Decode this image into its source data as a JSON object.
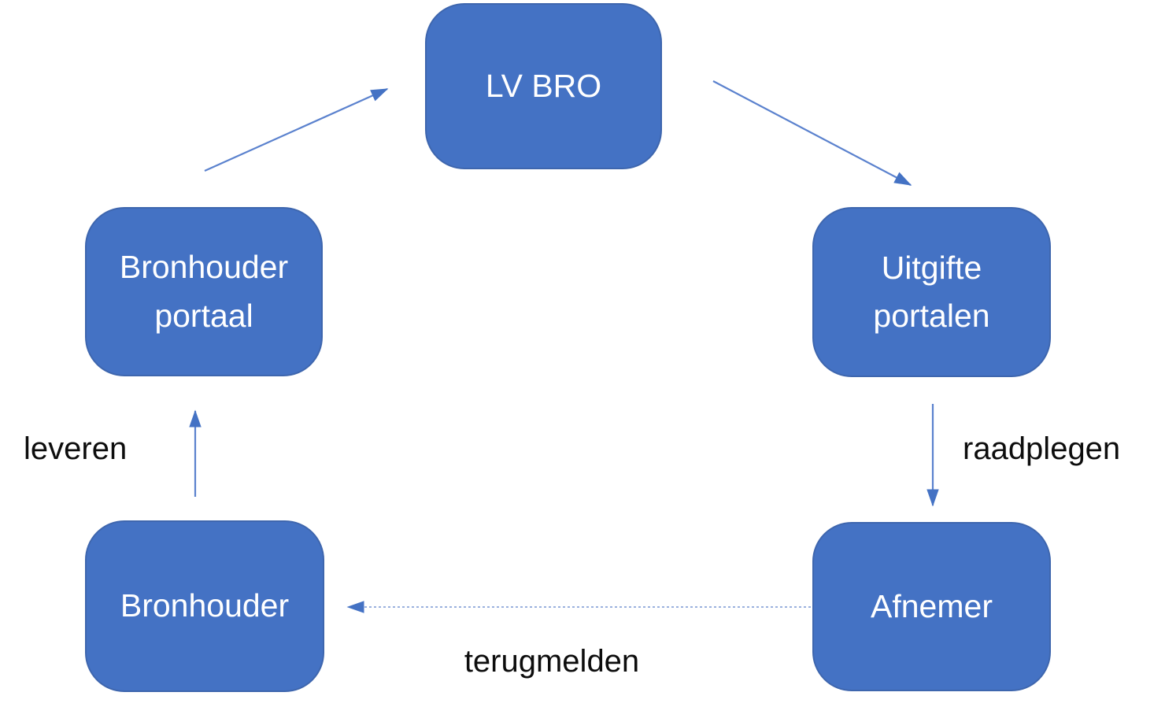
{
  "diagram": {
    "background_color": "#ffffff",
    "node_fill_color": "#4472C4",
    "node_border_color": "#3E66AE",
    "node_text_color": "#FFFFFF",
    "arrow_color": "#4472C4",
    "edge_label_color": "#0D0D0D",
    "nodes": [
      {
        "id": "lv-bro",
        "label": "LV BRO"
      },
      {
        "id": "bronhouder-portaal",
        "label": "Bronhouder portaal"
      },
      {
        "id": "uitgifte-portalen",
        "label": "Uitgifte portalen"
      },
      {
        "id": "bronhouder",
        "label": "Bronhouder"
      },
      {
        "id": "afnemer",
        "label": "Afnemer"
      }
    ],
    "edges": [
      {
        "from": "bronhouder-portaal",
        "to": "lv-bro",
        "label": "",
        "style": "solid"
      },
      {
        "from": "lv-bro",
        "to": "uitgifte-portalen",
        "label": "",
        "style": "solid"
      },
      {
        "from": "uitgifte-portalen",
        "to": "afnemer",
        "label": "raadplegen",
        "style": "solid"
      },
      {
        "from": "afnemer",
        "to": "bronhouder",
        "label": "terugmelden",
        "style": "dashed"
      },
      {
        "from": "bronhouder",
        "to": "bronhouder-portaal",
        "label": "leveren",
        "style": "solid"
      }
    ]
  }
}
